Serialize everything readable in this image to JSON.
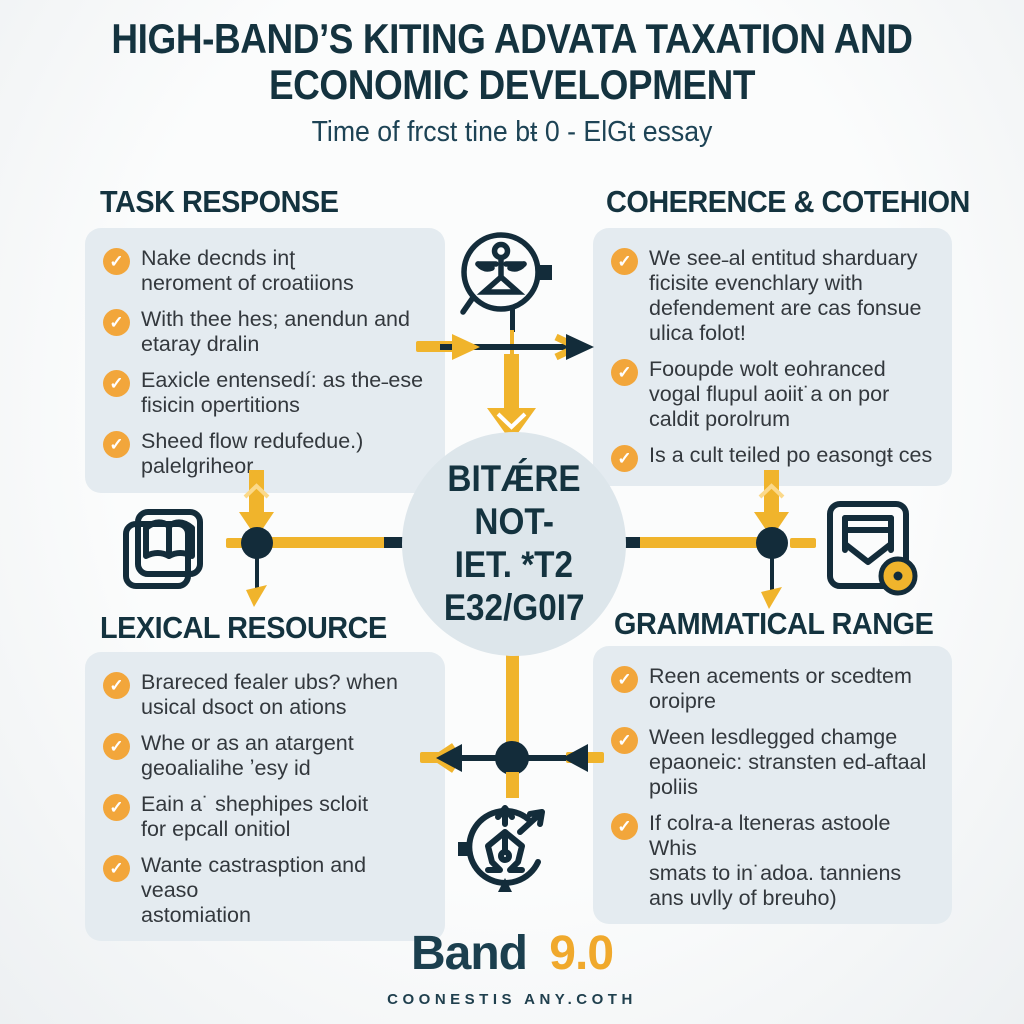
{
  "title": {
    "line1": "HIGH-BAND’S KITING ADVATA TAXATION AND",
    "line2": "ECONOMIC DEVELOPMENT",
    "subtitle": "Time of frcst tine bŧ 0 - ElGt essay"
  },
  "sections": {
    "task_response": {
      "heading": "TASK RESPONSE",
      "items": [
        "Nake decnds inʈ\nneroment of croatiions",
        "With thee hes; anendun and\netaray dralin",
        "Eaxicle entensedí: as the˗ese\nfisicin opertitions",
        "Sheed flow redufedue.)\npalelgriheor"
      ]
    },
    "coherence_cohesion": {
      "heading": "COHERENCE & COTEHION",
      "items": [
        "We see˗al entitud sharduary\nficisite evenchlary  with\ndefendement are cas fonsue\nulica folot!",
        "Fooupde wolt eohranced\nvogal flupul aoiit˙a on por\ncaldit porolrum",
        "Is a cult teiled po easongŧ ces"
      ]
    },
    "lexical_resource": {
      "heading": "LEXICAL RESOURCE",
      "items": [
        "Brareced fealer ubs? when\nusical dsoct on  ations",
        "Whe or as an atargent\ngeoalialihe ʼesy id",
        "Eain a˙ shephipes scloit\nfor epcall onitiol",
        "Wante castrasption and veaso\nastomiation"
      ]
    },
    "grammatical_range": {
      "heading": "GRAMMATICAL RANGE",
      "items": [
        "Reen acements or scedtem\noroipre",
        "Ween lesdlegged chamge\nepaoneic: stransten ed˗aftaal\npoliis",
        "If colra-a lteneras astoole Whis\nsmats to in˙adoa. tanniens\nans uvlly of breuho)"
      ]
    }
  },
  "center": {
    "lines": [
      "BITǼRE",
      "NOT-",
      "IET. *T2",
      "E32/G0I7"
    ]
  },
  "icons": {
    "check_glyph": "✓",
    "top": "balance-person",
    "left": "open-book",
    "right": "certificate-seal",
    "bottom": "compass-pen"
  },
  "footer": {
    "band_label": "Band",
    "band_score": "9.0",
    "tagline": "COONESTIS ANY.COTH"
  },
  "colors": {
    "heading_teal": "#14333f",
    "body_text": "#33383d",
    "box_bg": "#e4ebf0",
    "circle_bg": "#dde6eb",
    "check_orange": "#f2a63b",
    "arrow_yellow": "#f0b42c",
    "line_navy": "#132c3a",
    "score_orange": "#f0a92c"
  }
}
